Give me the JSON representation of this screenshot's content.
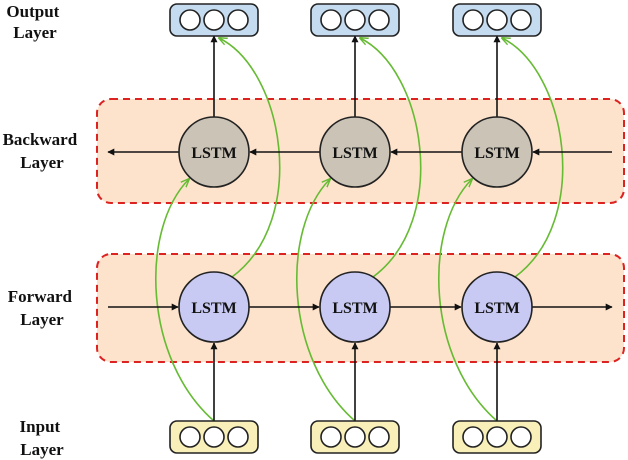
{
  "labels": {
    "output": [
      "Output",
      "Layer"
    ],
    "backward": [
      "Backward",
      "Layer"
    ],
    "forward": [
      "Forward",
      "Layer"
    ],
    "input": [
      "Input",
      "Layer"
    ]
  },
  "cell_label": "LSTM",
  "columns": 3,
  "units_per_vector": 3,
  "colors": {
    "output_vector_fill": "#c5dcf0",
    "input_vector_fill": "#f8f0b8",
    "backward_cell_fill": "#cbc3b6",
    "forward_cell_fill": "#c9caf4",
    "layer_band_fill": "#fde3cc",
    "layer_band_border": "#dd2222",
    "connection_green": "#66bb33",
    "arrow_black": "#111111"
  }
}
